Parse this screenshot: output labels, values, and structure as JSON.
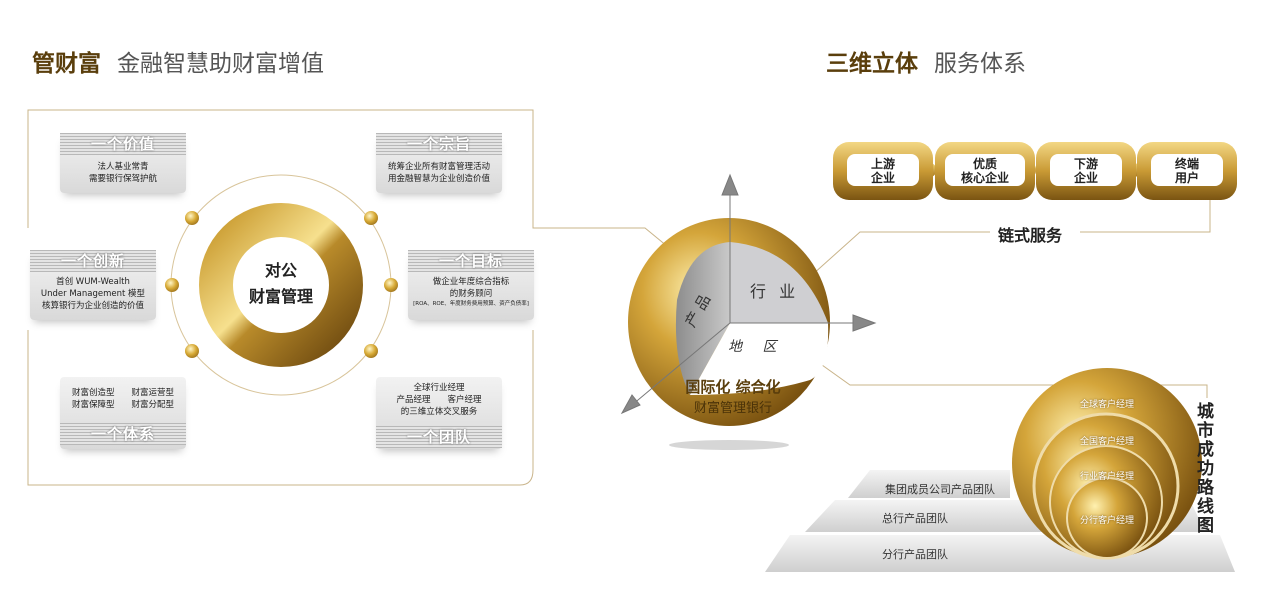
{
  "left": {
    "title_bold": "管财富",
    "title_rest": "金融智慧助财富增值",
    "center": {
      "line1": "对公",
      "line2": "财富管理"
    },
    "cards": [
      {
        "title": "一个价值",
        "lines": [
          "法人基业常青",
          "需要银行保驾护航"
        ]
      },
      {
        "title": "一个宗旨",
        "lines": [
          "统筹企业所有财富管理活动",
          "用金融智慧为企业创造价值"
        ]
      },
      {
        "title": "一个创新",
        "lines": [
          "首创 WUM-Wealth",
          "Under Management 模型",
          "核算银行为企业创造的价值"
        ]
      },
      {
        "title": "一个目标",
        "lines": [
          "做企业年度综合指标",
          "的财务顾问",
          "[ROA、ROE、年度财务费用预算、资产负债率]"
        ]
      },
      {
        "title": "一个体系",
        "lines": [
          "财富创造型　　财富运营型",
          "财富保障型　　财富分配型"
        ]
      },
      {
        "title": "一个团队",
        "lines": [
          "全球行业经理",
          "产品经理　　客户经理",
          "的三维立体交叉服务"
        ]
      }
    ]
  },
  "right": {
    "title_bold": "三维立体",
    "title_rest": "服务体系",
    "sphere": {
      "face_left": "产 品",
      "face_right": "行 业",
      "face_bottom": "地 区",
      "caption1": "国际化 综合化",
      "caption2": "财富管理银行"
    },
    "chain": {
      "links": [
        [
          "上游",
          "企业"
        ],
        [
          "优质",
          "核心企业"
        ],
        [
          "下游",
          "企业"
        ],
        [
          "终端",
          "用户"
        ]
      ],
      "label": "链式服务"
    },
    "pyramid": [
      "集团成员公司产品团队",
      "总行产品团队",
      "分行产品团队"
    ],
    "rings": [
      "全球客户经理",
      "全国客户经理",
      "行业客户经理",
      "分行客户经理"
    ],
    "roadmap_label": "城市成功路线图"
  }
}
